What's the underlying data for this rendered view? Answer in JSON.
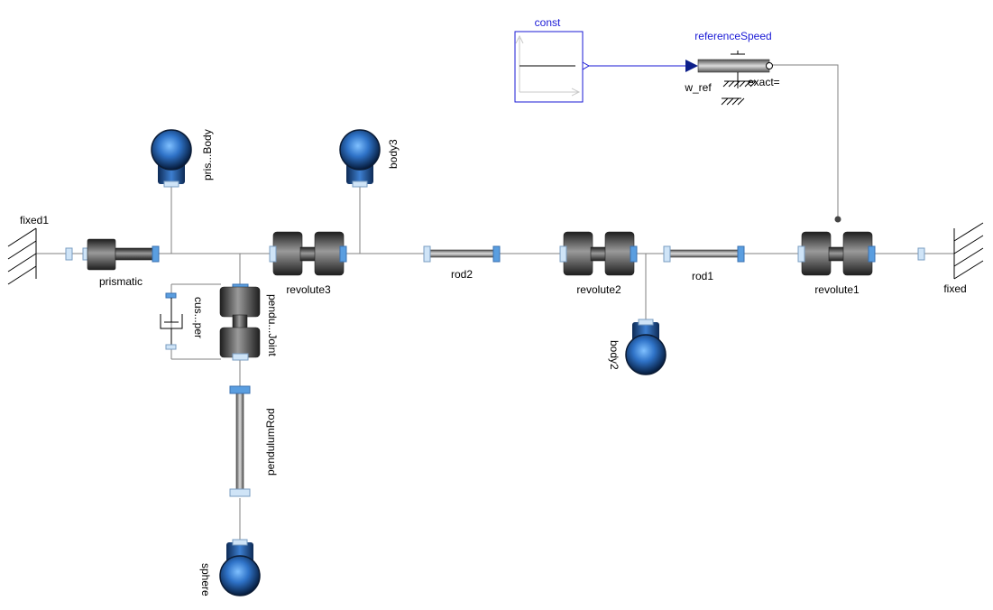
{
  "labels": {
    "const": "const",
    "reference_speed": "referenceSpeed",
    "w_ref": "w_ref",
    "exact": "exact=",
    "fixed1": "fixed1",
    "prismatic": "prismatic",
    "prismatic_body": "pris...Body",
    "body3": "body3",
    "revolute3": "revolute3",
    "rod2": "rod2",
    "revolute2": "revolute2",
    "rod1": "rod1",
    "revolute1": "revolute1",
    "fixed": "fixed",
    "body2": "body2",
    "custom_damper": "cus...per",
    "pendulum_joint": "pendu...Joint",
    "pendulum_rod": "pendulumRod",
    "sphere": "sphere"
  },
  "colors": {
    "wire": "#808080",
    "signal": "#1a1ad6",
    "label_blue": "#1a1ad6",
    "port_fill": "#5a9ee0",
    "port_light": "#cfe4f7",
    "body_blue": "#2a6fc0"
  },
  "icons": {
    "body": "mass-sphere-icon",
    "revolute": "revolute-joint-icon",
    "prismatic": "prismatic-joint-icon",
    "rod": "rod-icon",
    "fixed": "ground-hatch-icon",
    "damper": "damper-icon",
    "source": "constant-source-icon",
    "speed": "speed-drive-icon"
  }
}
